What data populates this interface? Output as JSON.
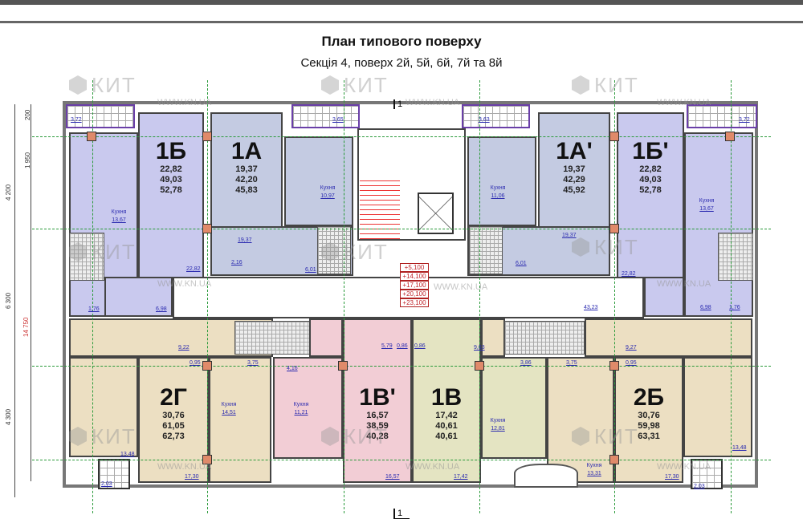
{
  "header": {
    "title": "План типового поверху",
    "subtitle": "Секція 4, поверх 2й, 5й, 6й, 7й та 8й"
  },
  "watermark": {
    "logo": "КИТ",
    "url": "WWW.KN.UA"
  },
  "section_mark": "1",
  "apartments": [
    {
      "code": "1Б",
      "values": [
        "22,82",
        "49,03",
        "52,78"
      ]
    },
    {
      "code": "1А",
      "values": [
        "19,37",
        "42,20",
        "45,83"
      ]
    },
    {
      "code": "1А'",
      "values": [
        "19,37",
        "42,29",
        "45,92"
      ]
    },
    {
      "code": "1Б'",
      "values": [
        "22,82",
        "49,03",
        "52,78"
      ]
    },
    {
      "code": "2Г",
      "values": [
        "30,76",
        "61,05",
        "62,73"
      ]
    },
    {
      "code": "1В'",
      "values": [
        "16,57",
        "38,59",
        "40,28"
      ]
    },
    {
      "code": "1В",
      "values": [
        "17,42",
        "40,61",
        "40,61"
      ]
    },
    {
      "code": "2Б",
      "values": [
        "30,76",
        "59,98",
        "63,31"
      ]
    }
  ],
  "kitchens": [
    {
      "label": "Кухня",
      "area": "13,67"
    },
    {
      "label": "Кухня",
      "area": "10,97"
    },
    {
      "label": "Кухня",
      "area": "11,06"
    },
    {
      "label": "Кухня",
      "area": "13,67"
    },
    {
      "label": "Кухня",
      "area": "14,51"
    },
    {
      "label": "Кухня",
      "area": "11,21"
    },
    {
      "label": "Кухня",
      "area": "12,81"
    },
    {
      "label": "Кухня",
      "area": "13,31"
    }
  ],
  "areas": [
    "3,72",
    "3,65",
    "3,63",
    "3,72",
    "22,82",
    "19,37",
    "2,16",
    "6,01",
    "6,98",
    "1,76",
    "19,37",
    "22,82",
    "6,01",
    "43,23",
    "6,98",
    "1,76",
    "9,22",
    "0,95",
    "3,75",
    "4,16",
    "5,79",
    "0,86",
    "0,86",
    "9,63",
    "3,86",
    "3,75",
    "9,27",
    "0,95",
    "13,48",
    "17,30",
    "16,57",
    "17,42",
    "17,30",
    "13,48",
    "2,03",
    "2,03"
  ],
  "elevations": [
    "+5,100",
    "+14,100",
    "+17,100",
    "+20,100",
    "+23,100"
  ],
  "dimensions": [
    "200",
    "1 950",
    "4 200",
    "6 300",
    "14 750",
    "4 300"
  ]
}
